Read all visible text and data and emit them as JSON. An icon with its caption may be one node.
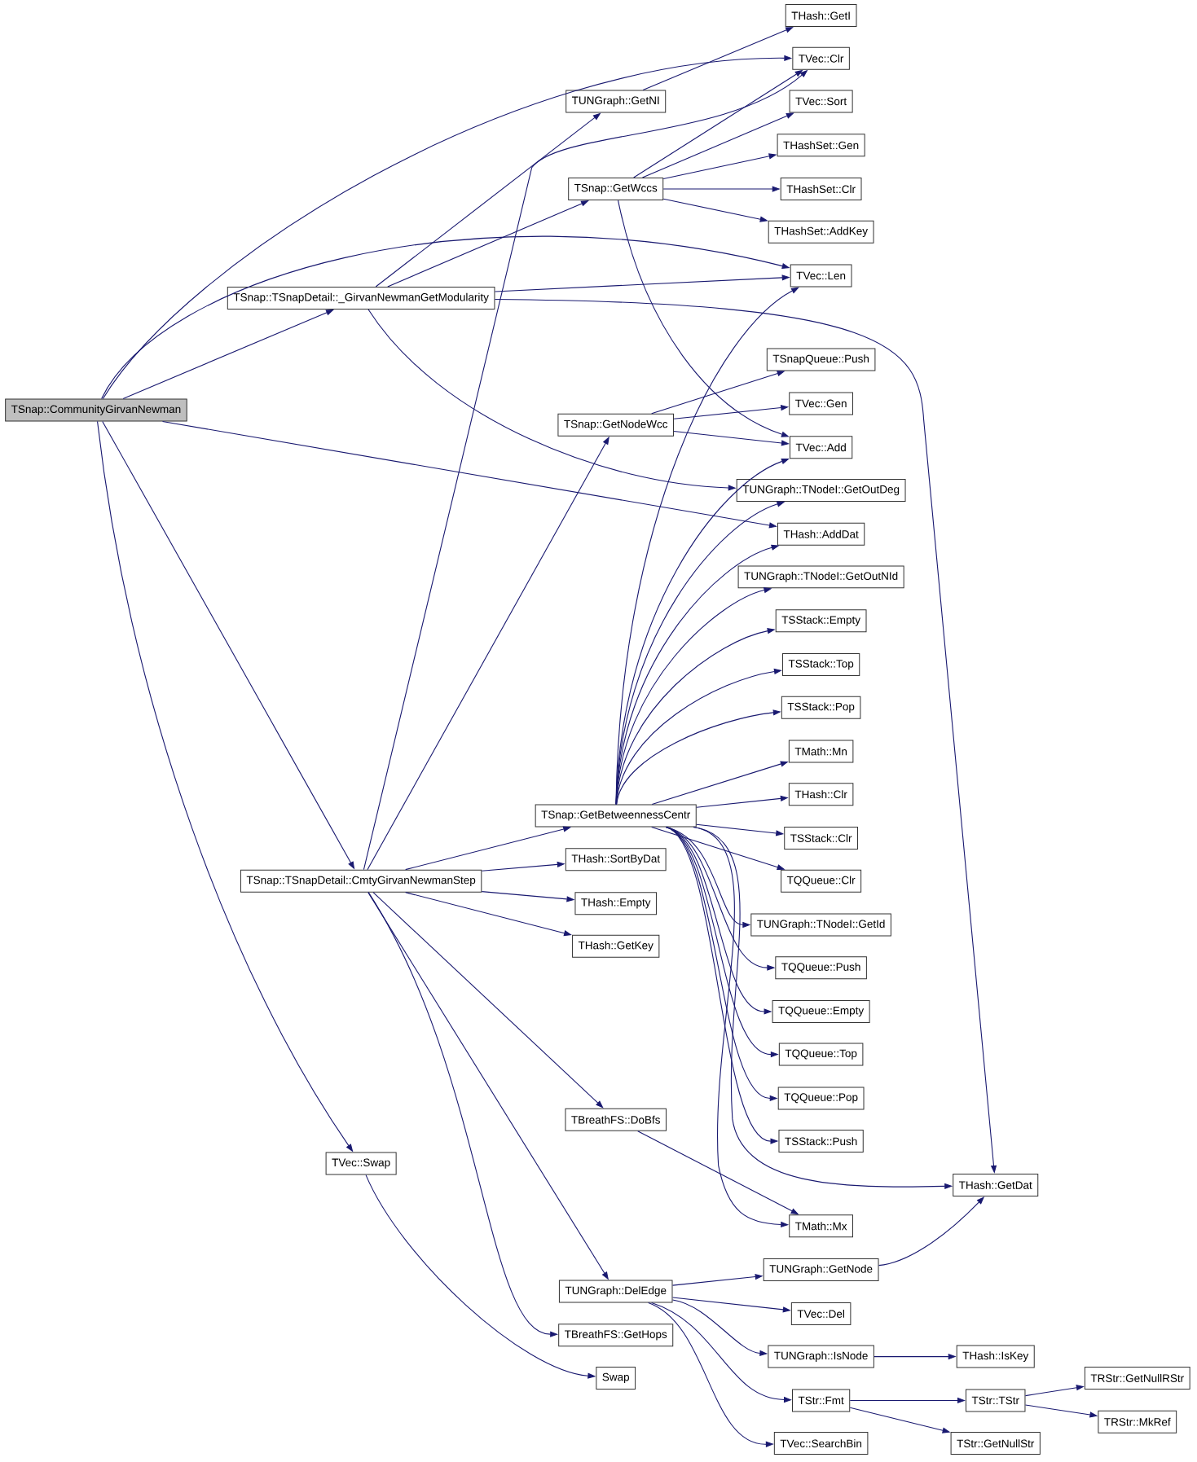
{
  "diagram": {
    "nodes": [
      {
        "text": [
          "TSnap::CommunityGirvanNewman"
        ]
      },
      {
        "text": [
          "THash::GetI"
        ]
      },
      {
        "text": [
          "TVec::Clr"
        ]
      },
      {
        "text": [
          "TUNGraph::GetNI"
        ]
      },
      {
        "text": [
          "TVec::Sort"
        ]
      },
      {
        "text": [
          "THashSet::Gen"
        ]
      },
      {
        "text": [
          "TSnap::GetWccs"
        ]
      },
      {
        "text": [
          "THashSet::Clr"
        ]
      },
      {
        "text": [
          "THashSet::AddKey"
        ]
      },
      {
        "text": [
          "TVec::Len"
        ]
      },
      {
        "text": [
          "TSnap::TSnapDetail::_GirvanNewmanGetModularity"
        ]
      },
      {
        "text": [
          "TSnapQueue::Push"
        ]
      },
      {
        "text": [
          "TVec::Gen"
        ]
      },
      {
        "text": [
          "TSnap::GetNodeWcc"
        ]
      },
      {
        "text": [
          "TVec::Add"
        ]
      },
      {
        "text": [
          "TUNGraph::TNodeI::GetOutDeg"
        ]
      },
      {
        "text": [
          "THash::AddDat"
        ]
      },
      {
        "text": [
          "TUNGraph::TNodeI::GetOutNId"
        ]
      },
      {
        "text": [
          "TSStack::Empty"
        ]
      },
      {
        "text": [
          "TSStack::Top"
        ]
      },
      {
        "text": [
          "TSStack::Pop"
        ]
      },
      {
        "text": [
          "TMath::Mn"
        ]
      },
      {
        "text": [
          "THash::Clr"
        ]
      },
      {
        "text": [
          "TSnap::GetBetweennessCentr"
        ]
      },
      {
        "text": [
          "TSStack::Clr"
        ]
      },
      {
        "text": [
          "TSnap::TSnapDetail::CmtyGirvanNewmanStep"
        ]
      },
      {
        "text": [
          "THash::SortByDat"
        ]
      },
      {
        "text": [
          "TQQueue::Clr"
        ]
      },
      {
        "text": [
          "THash::Empty"
        ]
      },
      {
        "text": [
          "TUNGraph::TNodeI::GetId"
        ]
      },
      {
        "text": [
          "THash::GetKey"
        ]
      },
      {
        "text": [
          "TQQueue::Push"
        ]
      },
      {
        "text": [
          "TQQueue::Empty"
        ]
      },
      {
        "text": [
          "TQQueue::Top"
        ]
      },
      {
        "text": [
          "TQQueue::Pop"
        ]
      },
      {
        "text": [
          "TBreathFS::DoBfs"
        ]
      },
      {
        "text": [
          "TSStack::Push"
        ]
      },
      {
        "text": [
          "TVec::Swap"
        ]
      },
      {
        "text": [
          "THash::GetDat"
        ]
      },
      {
        "text": [
          "TMath::Mx"
        ]
      },
      {
        "text": [
          "TUNGraph::GetNode"
        ]
      },
      {
        "text": [
          "TUNGraph::DelEdge"
        ]
      },
      {
        "text": [
          "TVec::Del"
        ]
      },
      {
        "text": [
          "TBreathFS::GetHops"
        ]
      },
      {
        "text": [
          "TUNGraph::IsNode"
        ]
      },
      {
        "text": [
          "THash::IsKey"
        ]
      },
      {
        "text": [
          "Swap"
        ]
      },
      {
        "text": [
          "TStr::Fmt"
        ]
      },
      {
        "text": [
          "TStr::TStr"
        ]
      },
      {
        "text": [
          "TRStr::GetNullRStr"
        ]
      },
      {
        "text": [
          "TRStr::MkRef"
        ]
      },
      {
        "text": [
          "TVec::SearchBin"
        ]
      },
      {
        "text": [
          "TStr::GetNullStr"
        ]
      }
    ],
    "edges": [
      {
        "from": 0,
        "to": 2,
        "arrow": "to"
      },
      {
        "from": 0,
        "to": 9,
        "arrow": "to"
      },
      {
        "from": 0,
        "to": 10,
        "arrow": "to"
      },
      {
        "from": 0,
        "to": 16,
        "arrow": "to"
      },
      {
        "from": 0,
        "to": 25,
        "arrow": "to"
      },
      {
        "from": 0,
        "to": 37,
        "arrow": "to"
      },
      {
        "from": 3,
        "to": 1,
        "arrow": "to"
      },
      {
        "from": 10,
        "to": 3,
        "arrow": "to"
      },
      {
        "from": 10,
        "to": 6,
        "arrow": "to"
      },
      {
        "from": 10,
        "to": 9,
        "arrow": "to"
      },
      {
        "from": 10,
        "to": 15,
        "arrow": "to"
      },
      {
        "from": 10,
        "to": 38,
        "arrow": "to"
      },
      {
        "from": 6,
        "to": 2,
        "arrow": "to"
      },
      {
        "from": 6,
        "to": 4,
        "arrow": "to"
      },
      {
        "from": 6,
        "to": 5,
        "arrow": "to"
      },
      {
        "from": 6,
        "to": 7,
        "arrow": "to"
      },
      {
        "from": 6,
        "to": 8,
        "arrow": "to"
      },
      {
        "from": 6,
        "to": 14,
        "arrow": "to"
      },
      {
        "from": 25,
        "to": 2,
        "arrow": "to"
      },
      {
        "from": 25,
        "to": 13,
        "arrow": "to"
      },
      {
        "from": 25,
        "to": 23,
        "arrow": "to"
      },
      {
        "from": 25,
        "to": 26,
        "arrow": "to"
      },
      {
        "from": 25,
        "to": 28,
        "arrow": "to"
      },
      {
        "from": 25,
        "to": 30,
        "arrow": "to"
      },
      {
        "from": 25,
        "to": 35,
        "arrow": "to"
      },
      {
        "from": 25,
        "to": 41,
        "arrow": "to"
      },
      {
        "from": 25,
        "to": 43,
        "arrow": "to"
      },
      {
        "from": 13,
        "to": 11,
        "arrow": "to"
      },
      {
        "from": 13,
        "to": 12,
        "arrow": "to"
      },
      {
        "from": 13,
        "to": 14,
        "arrow": "to"
      },
      {
        "from": 23,
        "to": 9,
        "arrow": "to"
      },
      {
        "from": 23,
        "to": 14,
        "arrow": "to"
      },
      {
        "from": 23,
        "to": 15,
        "arrow": "to"
      },
      {
        "from": 23,
        "to": 16,
        "arrow": "to"
      },
      {
        "from": 23,
        "to": 17,
        "arrow": "to"
      },
      {
        "from": 23,
        "to": 18,
        "arrow": "to"
      },
      {
        "from": 23,
        "to": 19,
        "arrow": "to"
      },
      {
        "from": 23,
        "to": 20,
        "arrow": "to"
      },
      {
        "from": 23,
        "to": 21,
        "arrow": "to"
      },
      {
        "from": 23,
        "to": 22,
        "arrow": "to"
      },
      {
        "from": 23,
        "to": 24,
        "arrow": "to"
      },
      {
        "from": 23,
        "to": 27,
        "arrow": "to"
      },
      {
        "from": 23,
        "to": 29,
        "arrow": "to"
      },
      {
        "from": 23,
        "to": 31,
        "arrow": "to"
      },
      {
        "from": 23,
        "to": 32,
        "arrow": "to"
      },
      {
        "from": 23,
        "to": 33,
        "arrow": "to"
      },
      {
        "from": 23,
        "to": 34,
        "arrow": "to"
      },
      {
        "from": 23,
        "to": 36,
        "arrow": "to"
      },
      {
        "from": 23,
        "to": 38,
        "arrow": "to"
      },
      {
        "from": 23,
        "to": 39,
        "arrow": "to"
      },
      {
        "from": 35,
        "to": 39,
        "arrow": "to"
      },
      {
        "from": 37,
        "to": 46,
        "arrow": "to"
      },
      {
        "from": 41,
        "to": 40,
        "arrow": "to"
      },
      {
        "from": 41,
        "to": 42,
        "arrow": "to"
      },
      {
        "from": 41,
        "to": 44,
        "arrow": "to"
      },
      {
        "from": 41,
        "to": 47,
        "arrow": "to"
      },
      {
        "from": 41,
        "to": 51,
        "arrow": "to"
      },
      {
        "from": 40,
        "to": 38,
        "arrow": "to"
      },
      {
        "from": 44,
        "to": 45,
        "arrow": "to"
      },
      {
        "from": 47,
        "to": 48,
        "arrow": "to"
      },
      {
        "from": 47,
        "to": 52,
        "arrow": "to"
      },
      {
        "from": 48,
        "to": 49,
        "arrow": "to"
      },
      {
        "from": 48,
        "to": 50,
        "arrow": "to"
      }
    ]
  }
}
